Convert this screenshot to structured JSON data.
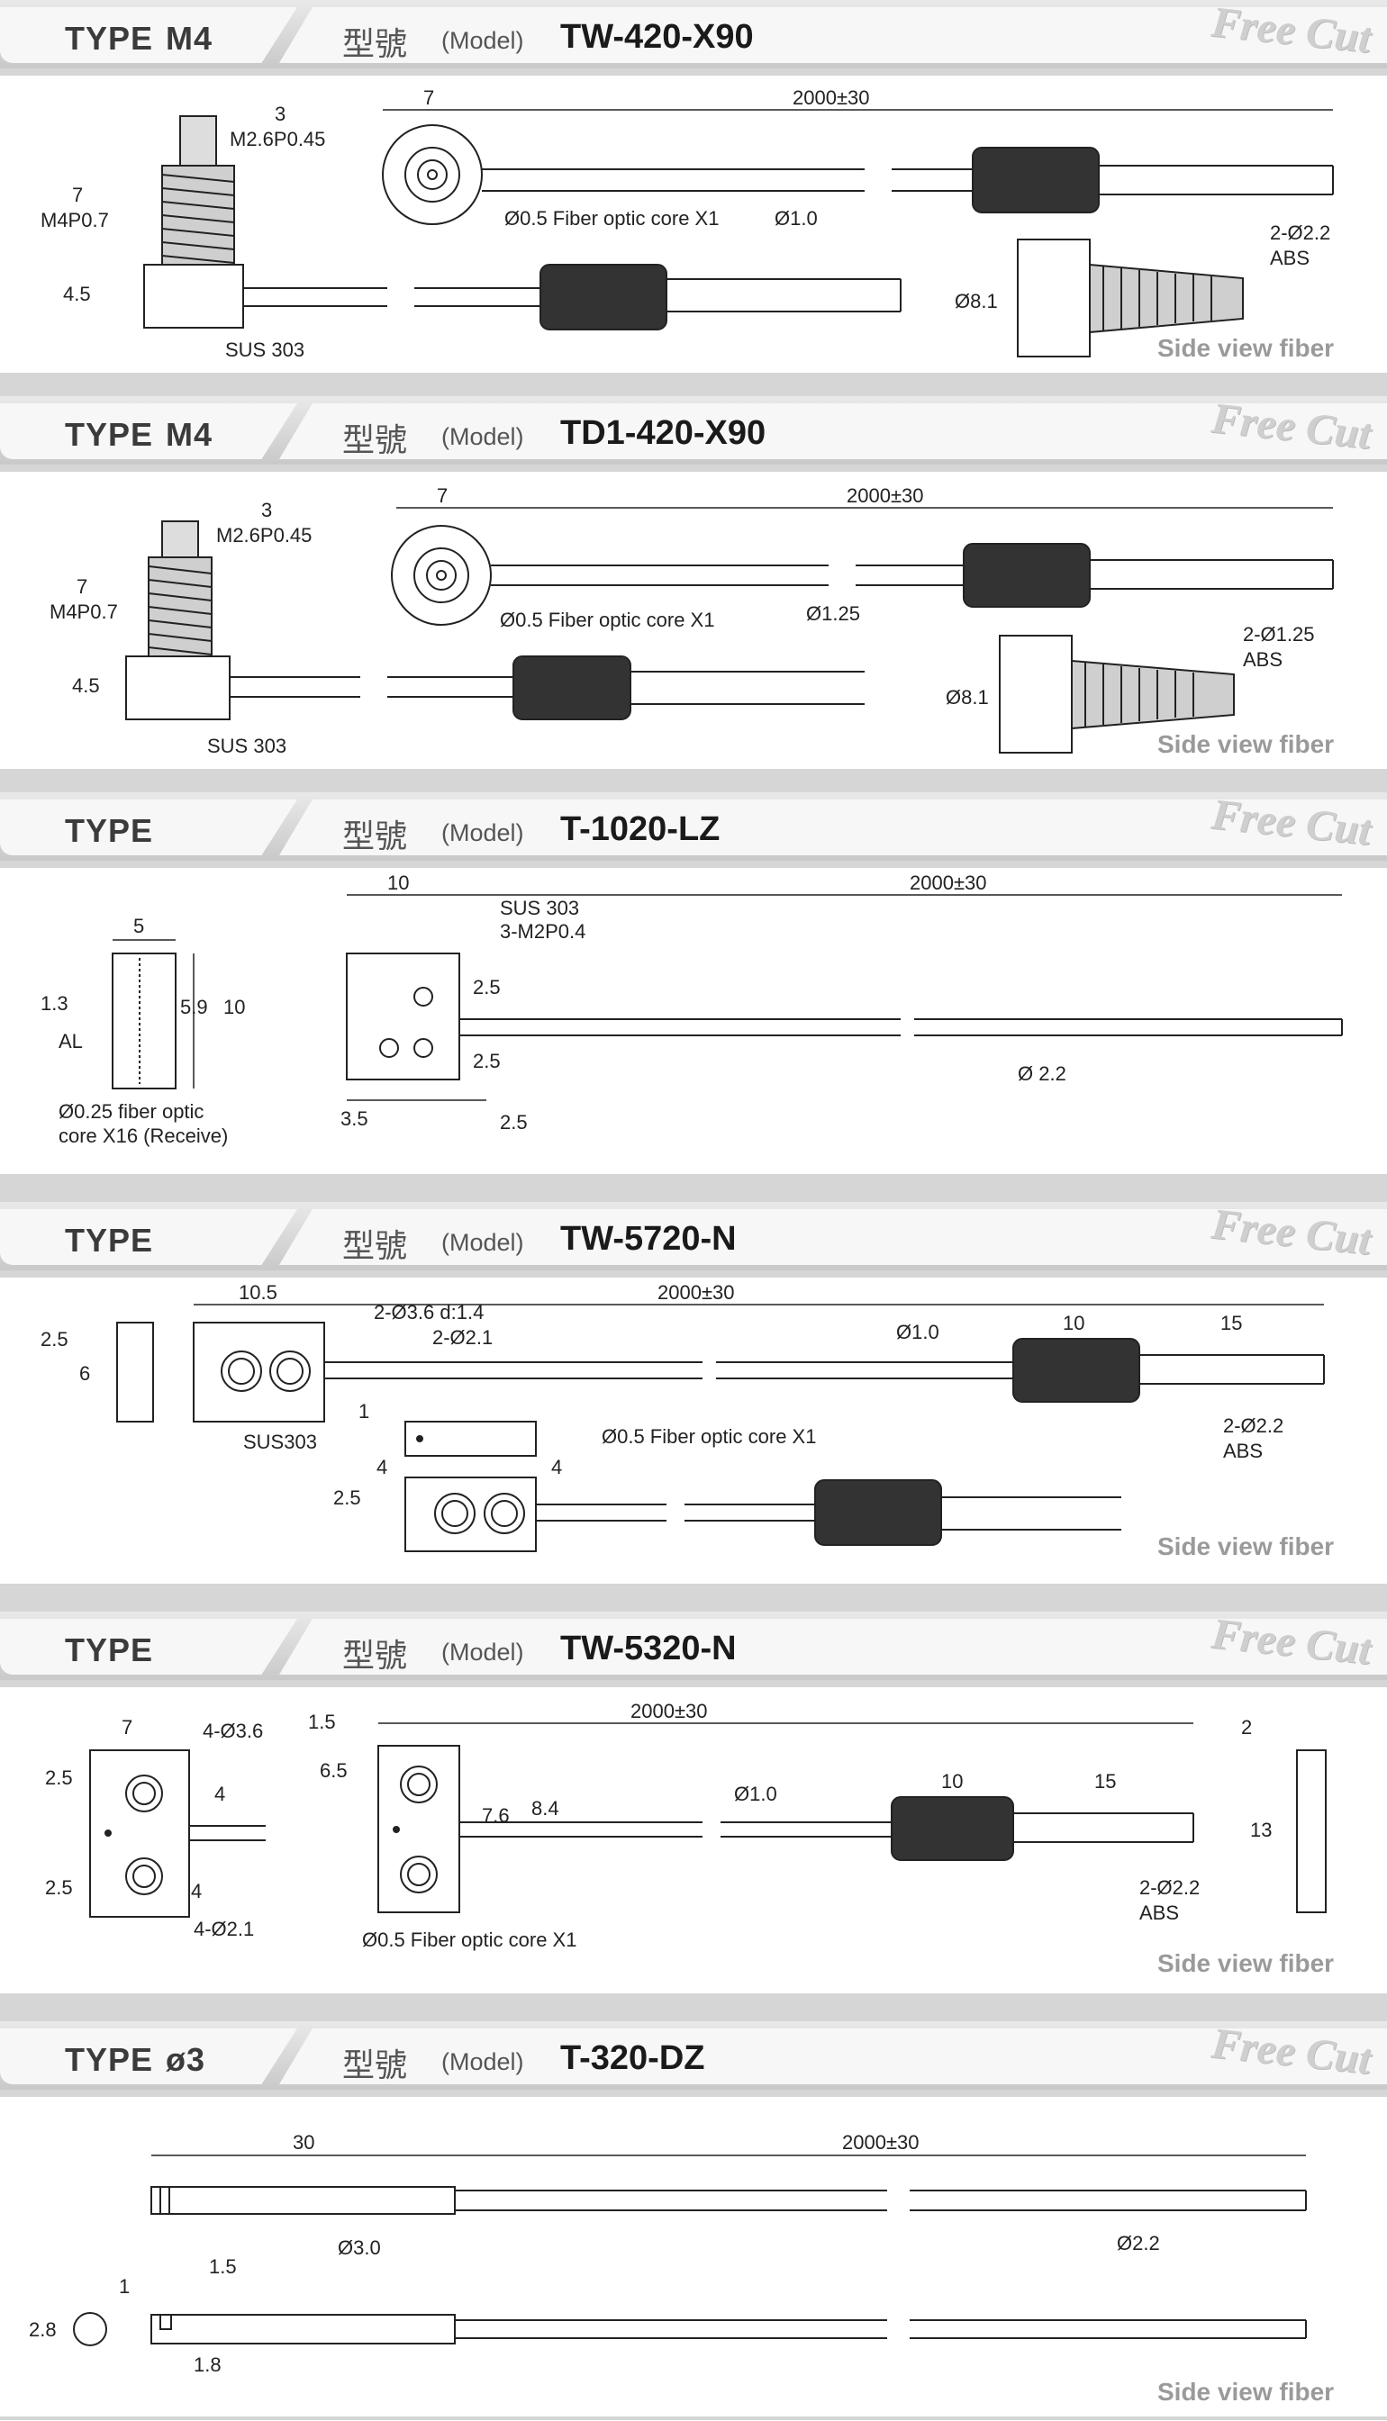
{
  "header_common": {
    "chinese_label": "型號",
    "model_word": "(Model)",
    "free_cut": "Free Cut",
    "side_view": "Side view fiber"
  },
  "sections": [
    {
      "type": "TYPE",
      "type_sub": "M4",
      "model": "TW-420-X90",
      "labels": {
        "thread_top_len": "3",
        "thread_top": "M2.6P0.45",
        "thread_len": "7",
        "thread": "M4P0.7",
        "body_h": "4.5",
        "material": "SUS 303",
        "head_w": "7",
        "length": "2000±30",
        "core": "Ø0.5 Fiber optic core X1",
        "core_dia": "Ø1.0",
        "sleeve": "2-Ø2.2",
        "sleeve_mat": "ABS",
        "nut_dia": "Ø8.1"
      }
    },
    {
      "type": "TYPE",
      "type_sub": "M4",
      "model": "TD1-420-X90",
      "labels": {
        "thread_top_len": "3",
        "thread_top": "M2.6P0.45",
        "thread_len": "7",
        "thread": "M4P0.7",
        "body_h": "4.5",
        "material": "SUS 303",
        "head_w": "7",
        "length": "2000±30",
        "core": "Ø0.5 Fiber optic core X1",
        "core_dia": "Ø1.25",
        "sleeve": "2-Ø1.25",
        "sleeve_mat": "ABS",
        "nut_dia": "Ø8.1"
      }
    },
    {
      "type": "TYPE",
      "type_sub": "",
      "model": "T-1020-LZ",
      "labels": {
        "w": "5",
        "h1": "1.3",
        "h2": "5.9",
        "h3": "10",
        "al": "AL",
        "core1": "Ø0.25 fiber optic",
        "core2": "core X16 (Receive)",
        "block_w": "10",
        "mat": "SUS 303",
        "screw": "3-M2P0.4",
        "d1": "2.5",
        "d2": "2.5",
        "d3": "3.5",
        "d4": "2.5",
        "length": "2000±30",
        "dia": "Ø 2.2"
      }
    },
    {
      "type": "TYPE",
      "type_sub": "",
      "model": "TW-5720-N",
      "labels": {
        "t": "2.5",
        "h": "6",
        "bw": "10.5",
        "holes": "2-Ø3.6  d:1.4",
        "holes2": "2-Ø2.1",
        "mat": "SUS303",
        "length": "2000±30",
        "core_dia": "Ø1.0",
        "s10": "10",
        "s15": "15",
        "sleeve": "2-Ø2.2",
        "sleeve_mat": "ABS",
        "one": "1",
        "core": "Ø0.5 Fiber optic core X1",
        "f4a": "4",
        "f4b": "4",
        "f25": "2.5"
      }
    },
    {
      "type": "TYPE",
      "type_sub": "",
      "model": "TW-5320-N",
      "labels": {
        "w": "7",
        "holes": "4-Ø3.6",
        "a": "2.5",
        "b": "4",
        "c": "2.5",
        "d": "4",
        "holes2": "4-Ø2.1",
        "e": "1.5",
        "f": "6.5",
        "g": "7.6",
        "h": "8.4",
        "core": "Ø0.5 Fiber optic core X1",
        "length": "2000±30",
        "core_dia": "Ø1.0",
        "s10": "10",
        "s15": "15",
        "sleeve": "2-Ø2.2",
        "sleeve_mat": "ABS",
        "side_t": "2",
        "side_h": "13"
      }
    },
    {
      "type": "TYPE",
      "type_sub": "ø3",
      "model": "T-320-DZ",
      "labels": {
        "l30": "30",
        "length": "2000±30",
        "d30": "Ø3.0",
        "d22": "Ø2.2",
        "one": "1",
        "p15": "1.5",
        "d28": "2.8",
        "p18": "1.8"
      }
    }
  ]
}
